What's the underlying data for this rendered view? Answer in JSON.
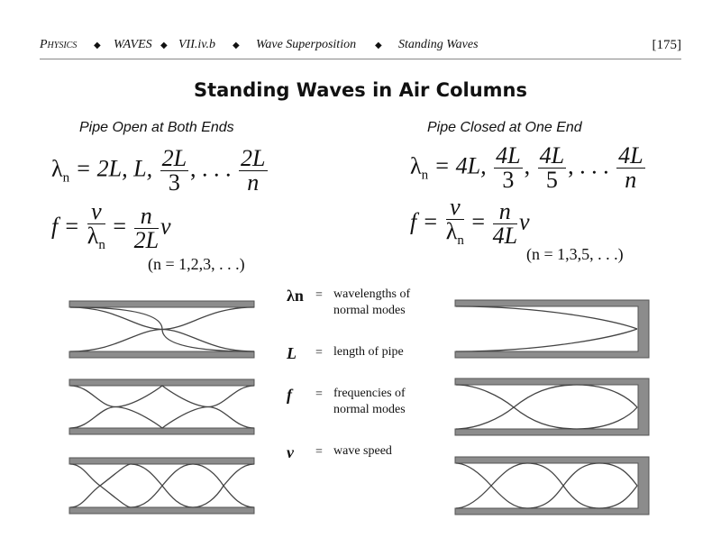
{
  "header": {
    "crumbs": [
      "Physics",
      "WAVES",
      "VII.iv.b",
      "Wave Superposition",
      "Standing Waves"
    ],
    "separator": "◆",
    "page_number": "[175]"
  },
  "title": "Standing Waves in Air Columns",
  "open_pipe": {
    "subtitle": "Pipe Open at Both Ends",
    "lambda_label": "λ",
    "lambda_sub": "n",
    "lambda_prefix": "= 2L, L,",
    "frac1_num": "2L",
    "frac1_den": "3",
    "ellipsis": ", . . .",
    "fracn_num": "2L",
    "fracn_den": "n",
    "f_label": "f =",
    "f_num": "v",
    "f_den": "λ",
    "f_eq": "=",
    "f2_num": "n",
    "f2_den": "2L",
    "f_tail": "v",
    "n_range": "(n = 1,2,3, . . .)",
    "modes": [
      1,
      2,
      3
    ]
  },
  "closed_pipe": {
    "subtitle": "Pipe Closed at One End",
    "lambda_label": "λ",
    "lambda_sub": "n",
    "lambda_prefix": "=  4L,",
    "frac1_num": "4L",
    "frac1_den": "3",
    "frac2_num": "4L",
    "frac2_den": "5",
    "ellipsis": ", . . .",
    "fracn_num": "4L",
    "fracn_den": "n",
    "f_label": "f =",
    "f_num": "v",
    "f_den": "λ",
    "f_eq": "=",
    "f2_num": "n",
    "f2_den": "4L",
    "f_tail": "v",
    "n_range": "(n = 1,3,5, . . .)",
    "modes": [
      1,
      3,
      5
    ]
  },
  "legend": [
    {
      "symbol": "λn",
      "eq": "=",
      "text": "wavelengths of normal modes"
    },
    {
      "symbol": "L",
      "eq": "=",
      "text": "length of pipe"
    },
    {
      "symbol": "f",
      "eq": "=",
      "text": "frequencies of normal modes"
    },
    {
      "symbol": "v",
      "eq": "=",
      "text": "wave speed"
    }
  ],
  "colors": {
    "pipe_fill": "#8c8c8c",
    "pipe_edge": "#555555",
    "wave": "#444444",
    "rule": "#888888"
  }
}
